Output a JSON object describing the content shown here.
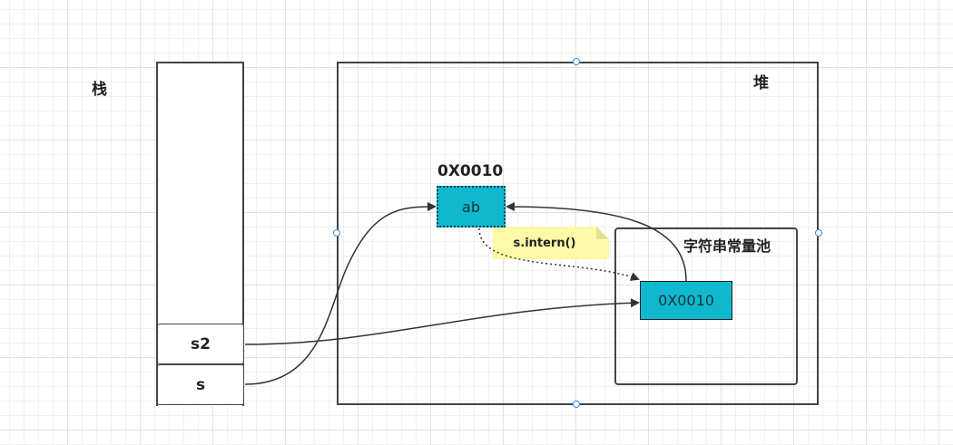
{
  "labels": {
    "stack": "栈",
    "heap": "堆",
    "heap_object_address": "0X0010",
    "string_pool": "字符串常量池"
  },
  "stack": {
    "cells": [
      {
        "label": "s2"
      },
      {
        "label": "s"
      }
    ]
  },
  "heap": {
    "object_value": "ab",
    "pool_entry": "0X0010"
  },
  "note": {
    "text": "s.intern()"
  },
  "colors": {
    "object_fill": "#0fb8cf",
    "note_fill": "#fbfaa6",
    "line": "#333333",
    "selection_handle": "#3a8fd9",
    "grid": "#e2e2e2"
  }
}
